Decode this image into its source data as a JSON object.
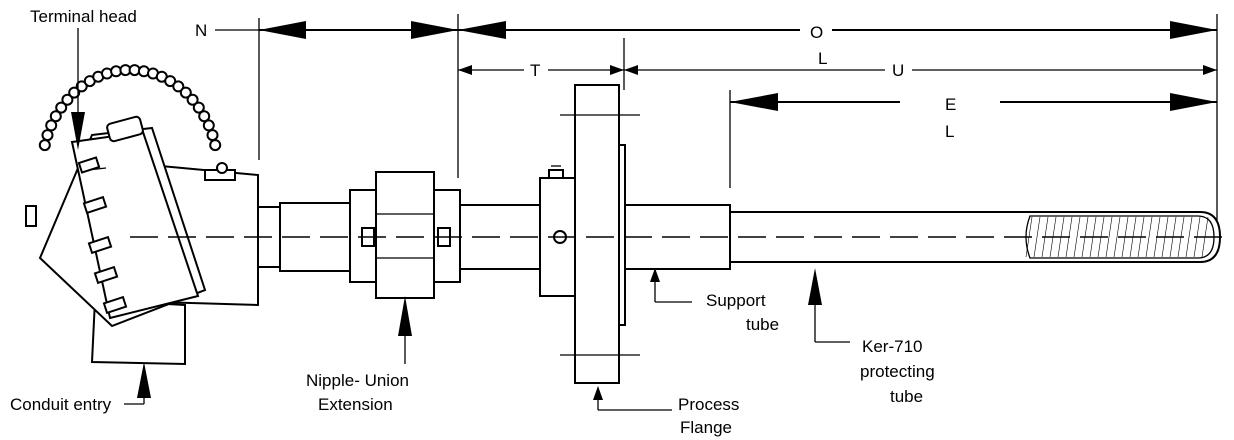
{
  "labels": {
    "terminal_head": "Terminal head",
    "conduit_entry": "Conduit entry",
    "nipple_union_1": "Nipple- Union",
    "nipple_union_2": "Extension",
    "process_flange_1": "Process",
    "process_flange_2": "Flange",
    "support_tube_1": "Support",
    "support_tube_2": "tube",
    "protecting_tube_1": "Ker-710",
    "protecting_tube_2": "protecting",
    "protecting_tube_3": "tube"
  },
  "dimensions": {
    "n": "N",
    "ol_o": "O",
    "ol_l": "L",
    "t": "T",
    "u": "U",
    "el_e": "E",
    "el_l": "L"
  }
}
